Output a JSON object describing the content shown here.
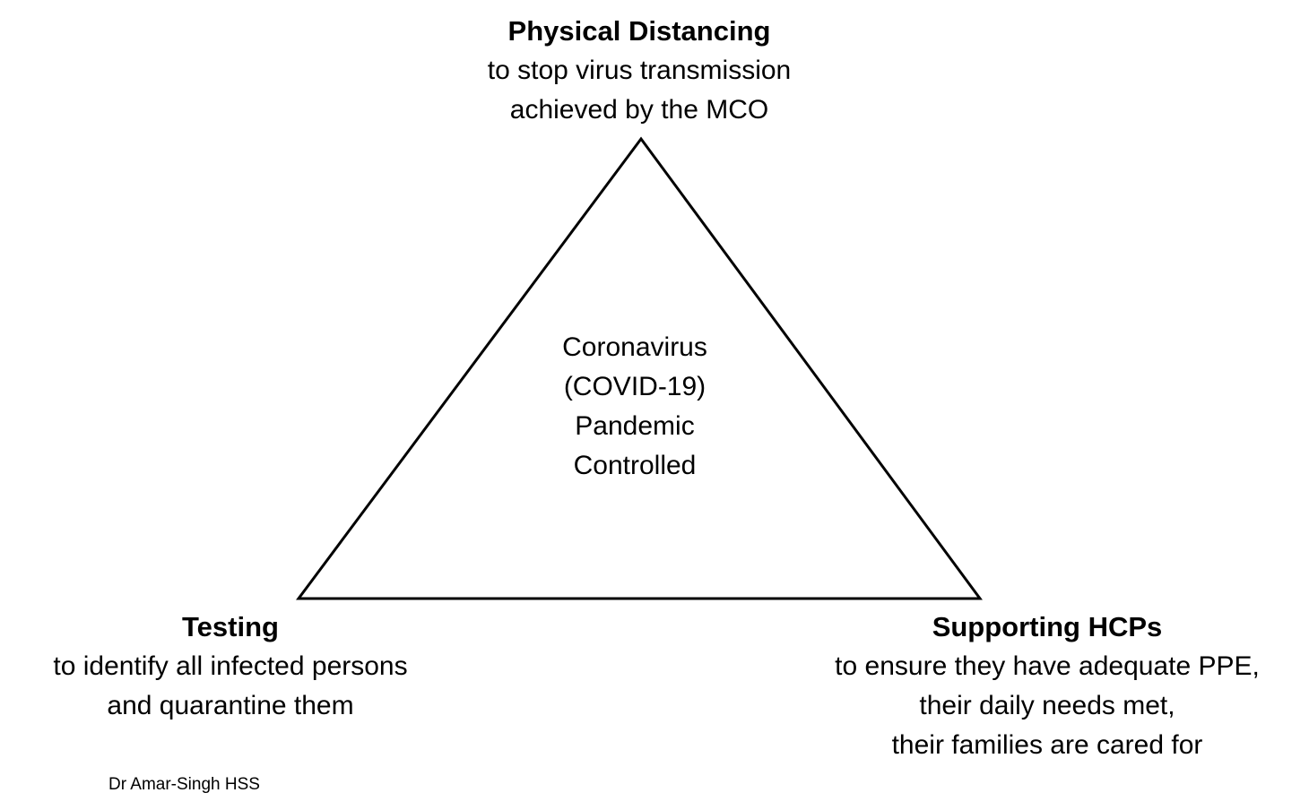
{
  "page": {
    "background": "#ffffff",
    "text_color": "#000000"
  },
  "diagram": {
    "top_label": {
      "title": "Physical Distancing",
      "lines": [
        "to stop virus transmission",
        "achieved by the MCO"
      ]
    },
    "center_label": {
      "lines": [
        "Coronavirus",
        "(COVID-19)",
        "Pandemic",
        "Controlled"
      ]
    },
    "bottom_left_label": {
      "title": "Testing",
      "lines": [
        "to identify all infected persons",
        "and quarantine them"
      ]
    },
    "bottom_right_label": {
      "title": "Supporting HCPs",
      "lines": [
        "to ensure they have adequate PPE,",
        "their daily needs met,",
        "their families are cared for"
      ]
    },
    "triangle": {
      "stroke_color": "#000000",
      "stroke_width": "3"
    },
    "attribution": "Dr Amar-Singh HSS"
  }
}
